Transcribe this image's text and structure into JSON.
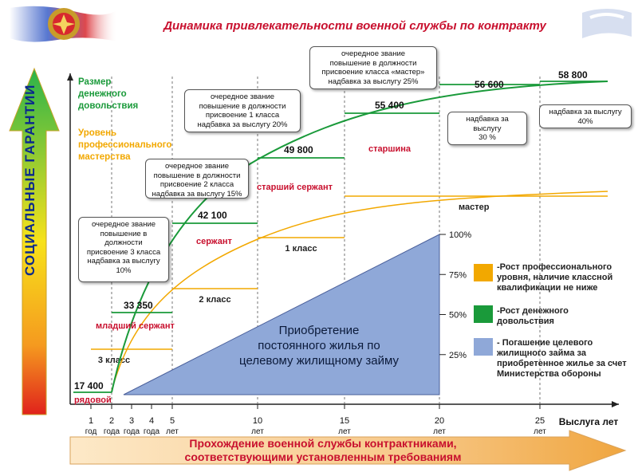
{
  "title": "Динамика привлекательности военной службы по контракту",
  "left_arrow_label": "СОЦИАЛЬНЫЕ  ГАРАНТИИ",
  "bottom_arrow_label": [
    "Прохождение военной службы контрактниками,",
    "соответствующими установленным требованиям"
  ],
  "colors": {
    "pay": "#1a9a3a",
    "skill": "#f2a800",
    "housing": "#8fa8d8",
    "rank": "#c8102e"
  },
  "legend": {
    "pay_title": [
      "Размер",
      "денежного",
      "довольствия"
    ],
    "skill_title": [
      "Уровень",
      "профессионального",
      "мастерства"
    ],
    "items": [
      {
        "color": "#f2a800",
        "text": [
          "-Рост профессионального",
          "уровня,  наличие классной",
          "квалификации не ниже"
        ]
      },
      {
        "color": "#1a9a3a",
        "text": [
          "-Рост денежного",
          "довольствия"
        ]
      },
      {
        "color": "#8fa8d8",
        "text": [
          "-  Погашение целевого",
          "жилищного займа за",
          "приобретенное жилье за счет",
          "Министерства обороны"
        ]
      }
    ]
  },
  "housing_label": [
    "Приобретение",
    "постоянного жилья по",
    "целевому жилищному займу"
  ],
  "callouts": [
    {
      "lines": [
        "очередное звание",
        "повышение в",
        "должности",
        "присвоение 3 класса",
        "надбавка за выслугу",
        "10%"
      ]
    },
    {
      "lines": [
        "очередное звание",
        "повышение в  должности",
        "присвоение 2 класса",
        "надбавка за выслугу 15%"
      ]
    },
    {
      "lines": [
        "очередное звание",
        "повышение в должности",
        "присвоение 1 класса",
        "надбавка за выслугу 20%"
      ]
    },
    {
      "lines": [
        "очередное звание",
        "повышение в должности",
        "присвоение  класса «мастер»",
        "надбавка за выслугу 25%"
      ]
    },
    {
      "lines": [
        "надбавка за",
        "выслугу",
        "30 %"
      ]
    },
    {
      "lines": [
        "надбавка за выслугу",
        "40%"
      ]
    }
  ],
  "chart_data": {
    "type": "line",
    "xlabel": "Выслуга лет",
    "x_ticks": [
      {
        "value": 1,
        "label": "1",
        "sub": "год"
      },
      {
        "value": 2,
        "label": "2",
        "sub": "года"
      },
      {
        "value": 3,
        "label": "3",
        "sub": "года"
      },
      {
        "value": 4,
        "label": "4",
        "sub": "года"
      },
      {
        "value": 5,
        "label": "5",
        "sub": "лет"
      },
      {
        "value": 10,
        "label": "10",
        "sub": "лет"
      },
      {
        "value": 15,
        "label": "15",
        "sub": "лет"
      },
      {
        "value": 20,
        "label": "20",
        "sub": "лет"
      },
      {
        "value": 25,
        "label": "25",
        "sub": "лет"
      }
    ],
    "pay_steps": [
      {
        "x_start": 0,
        "x_end": 2,
        "value": "17 400",
        "rank": "рядовой"
      },
      {
        "x_start": 2,
        "x_end": 5,
        "value": "33 350",
        "rank": "младший сержант"
      },
      {
        "x_start": 5,
        "x_end": 10,
        "value": "42 100",
        "rank": "сержант"
      },
      {
        "x_start": 10,
        "x_end": 15,
        "value": "49 800",
        "rank": "старший сержант"
      },
      {
        "x_start": 15,
        "x_end": 20,
        "value": "55 400",
        "rank": "старшина"
      },
      {
        "x_start": 20,
        "x_end": 25,
        "value": "56 600",
        "rank": ""
      },
      {
        "x_start": 25,
        "x_end": 30,
        "value": "58 800",
        "rank": ""
      }
    ],
    "skill_steps": [
      {
        "x_start": 0,
        "x_end": 5,
        "label": "3 класс"
      },
      {
        "x_start": 5,
        "x_end": 10,
        "label": "2 класс"
      },
      {
        "x_start": 10,
        "x_end": 15,
        "label": "1 класс"
      },
      {
        "x_start": 15,
        "x_end": 30,
        "label": "мастер"
      }
    ],
    "housing_ticks": [
      "25%",
      "50%",
      "75%",
      "100%"
    ]
  }
}
